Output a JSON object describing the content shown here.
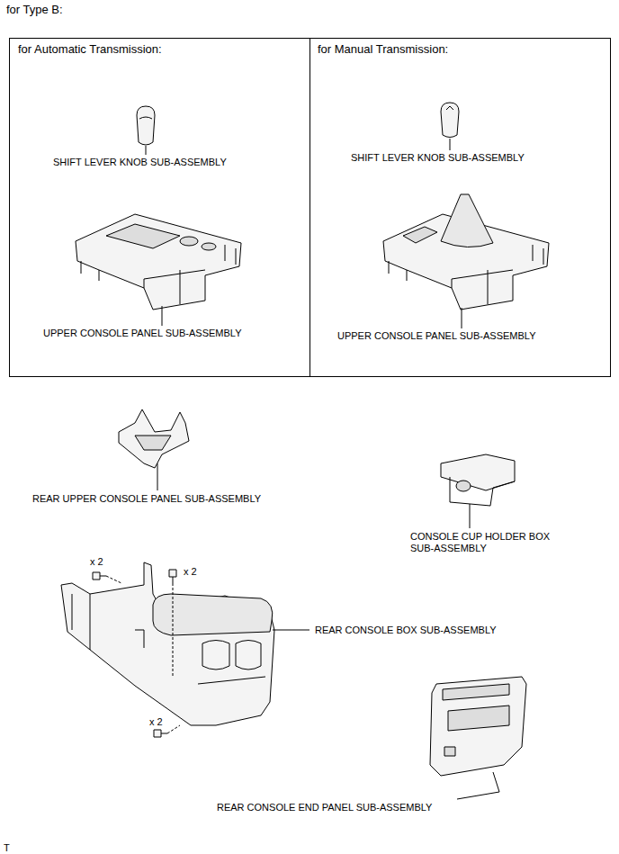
{
  "diagram": {
    "title": "for Type B:",
    "nodes": [
      {
        "text": [
          "for Automatic Transmission:"
        ]
      },
      {
        "text": [
          "for Manual Transmission:"
        ]
      }
    ],
    "labels": [
      "SHIFT LEVER KNOB SUB-ASSEMBLY",
      "SHIFT LEVER KNOB SUB-ASSEMBLY",
      "UPPER CONSOLE PANEL SUB-ASSEMBLY",
      "UPPER CONSOLE PANEL SUB-ASSEMBLY",
      "REAR UPPER CONSOLE PANEL SUB-ASSEMBLY",
      "CONSOLE CUP HOLDER BOX SUB-ASSEMBLY",
      "x 2",
      "x 2",
      "REAR CONSOLE BOX SUB-ASSEMBLY",
      "x 2",
      "REAR CONSOLE END PANEL SUB-ASSEMBLY",
      "T"
    ]
  }
}
